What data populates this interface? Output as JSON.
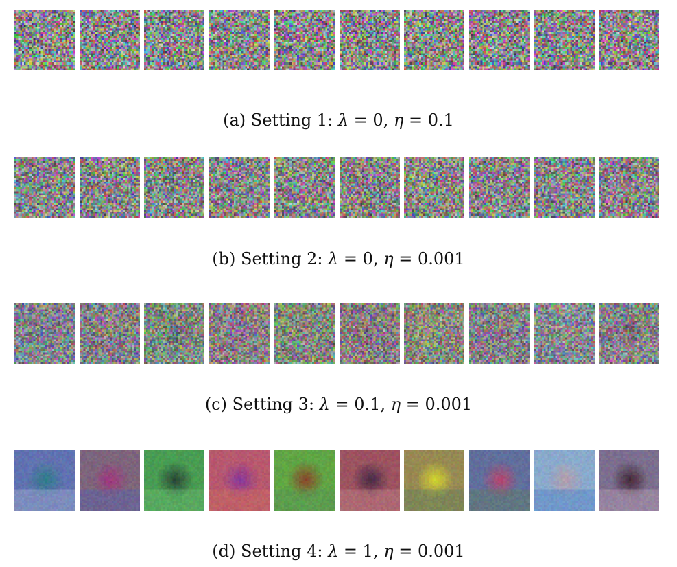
{
  "figure": {
    "panels": [
      {
        "id": "a",
        "label": "(a) Setting 1:",
        "lambda_symbol": "λ",
        "lambda_value": "0",
        "eta_symbol": "η",
        "eta_value": "0.1",
        "structure": 0.0,
        "noise": 1.0,
        "tiles": 10
      },
      {
        "id": "b",
        "label": "(b) Setting 2:",
        "lambda_symbol": "λ",
        "lambda_value": "0",
        "eta_symbol": "η",
        "eta_value": "0.001",
        "structure": 0.12,
        "noise": 0.9,
        "tiles": 10
      },
      {
        "id": "c",
        "label": "(c) Setting 3:",
        "lambda_symbol": "λ",
        "lambda_value": "0.1",
        "eta_symbol": "η",
        "eta_value": "0.001",
        "structure": 0.35,
        "noise": 0.75,
        "tiles": 10
      },
      {
        "id": "d",
        "label": "(d) Setting 4:",
        "lambda_symbol": "λ",
        "lambda_value": "1",
        "eta_symbol": "η",
        "eta_value": "0.001",
        "structure": 0.95,
        "noise": 0.12,
        "tiles": 10
      }
    ],
    "tile_palettes": [
      {
        "bg": "#5a6fb8",
        "blob": "#1f7a8a",
        "accent": "#c9d3e8"
      },
      {
        "bg": "#7c5f7a",
        "blob": "#a2287a",
        "accent": "#3a5ad0"
      },
      {
        "bg": "#3fa04a",
        "blob": "#1a3a2a",
        "accent": "#7ad07a"
      },
      {
        "bg": "#c0506a",
        "blob": "#8a2a9a",
        "accent": "#e07050"
      },
      {
        "bg": "#5aaa3a",
        "blob": "#8a3a1a",
        "accent": "#4a8a5a"
      },
      {
        "bg": "#a04a5a",
        "blob": "#3a1a3a",
        "accent": "#e0a0a0"
      },
      {
        "bg": "#9a8a4a",
        "blob": "#e0e020",
        "accent": "#3a7a5a"
      },
      {
        "bg": "#5a6aa0",
        "blob": "#c03a6a",
        "accent": "#5a8a3a"
      },
      {
        "bg": "#8ab0d8",
        "blob": "#c0a0b0",
        "accent": "#2a6ad0"
      },
      {
        "bg": "#7a6a90",
        "blob": "#3a1a2a",
        "accent": "#e0c0d0"
      }
    ]
  }
}
